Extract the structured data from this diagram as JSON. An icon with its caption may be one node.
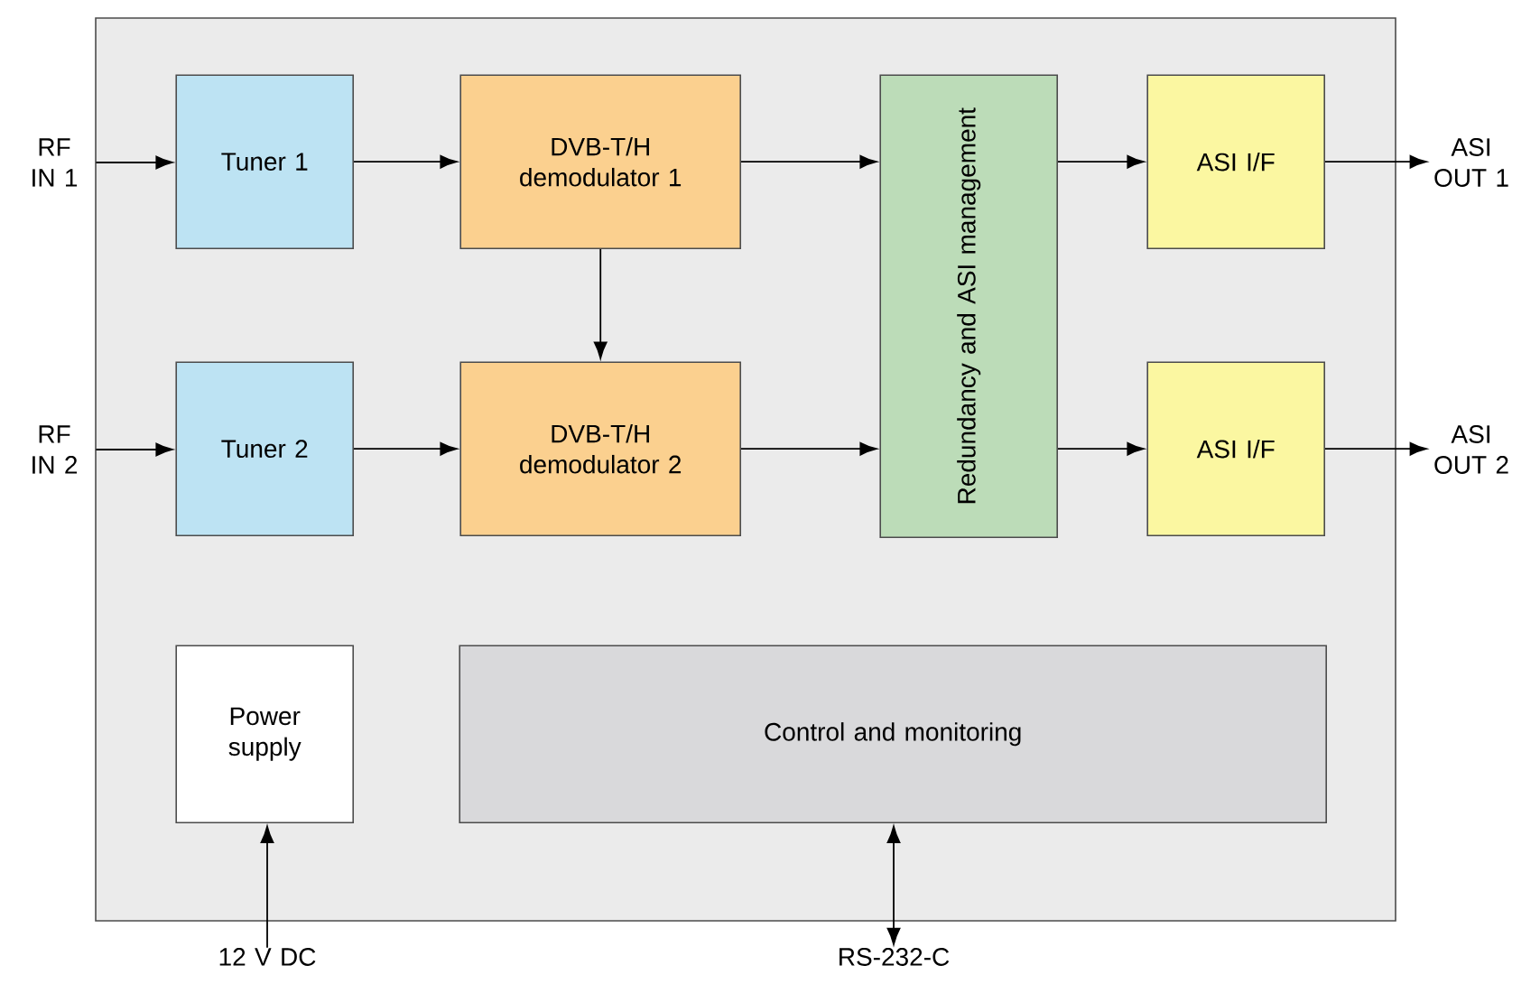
{
  "diagram": {
    "nodes": [
      {
        "text": [],
        "shape": "box"
      },
      {
        "text": [
          "RF IN 1"
        ]
      },
      {
        "text": [
          "Tuner 1"
        ],
        "in": 0
      },
      {
        "text": [
          "DVB-T/H demodulator 1"
        ],
        "in": 0
      },
      {
        "text": [
          "Redundancy and ASI management"
        ],
        "in": 0
      },
      {
        "text": [
          "ASI I/F"
        ],
        "in": 0
      },
      {
        "text": [
          "ASI OUT 1"
        ]
      },
      {
        "text": [
          "RF IN 2"
        ]
      },
      {
        "text": [
          "Tuner 2"
        ],
        "in": 0
      },
      {
        "text": [
          "DVB-T/H demodulator 2"
        ],
        "in": 0
      },
      {
        "text": [
          "ASI I/F"
        ],
        "in": 0
      },
      {
        "text": [
          "ASI OUT 2"
        ]
      },
      {
        "text": [
          "Power supply"
        ],
        "in": 0
      },
      {
        "text": [
          "Control and monitoring"
        ],
        "in": 0
      },
      {
        "text": [
          "12 V DC"
        ]
      },
      {
        "text": [
          "RS-232-C"
        ]
      }
    ],
    "edges": [
      {
        "from": 1,
        "to": 2,
        "arrow": "to"
      },
      {
        "from": 2,
        "to": 3,
        "arrow": "to"
      },
      {
        "from": 3,
        "to": 4,
        "arrow": "to"
      },
      {
        "from": 4,
        "to": 5,
        "arrow": "to"
      },
      {
        "from": 5,
        "to": 6,
        "arrow": "to"
      },
      {
        "from": 3,
        "to": 9,
        "arrow": "to"
      },
      {
        "from": 7,
        "to": 8,
        "arrow": "to"
      },
      {
        "from": 8,
        "to": 9,
        "arrow": "to"
      },
      {
        "from": 9,
        "to": 4,
        "arrow": "to"
      },
      {
        "from": 4,
        "to": 10,
        "arrow": "to"
      },
      {
        "from": 10,
        "to": 11,
        "arrow": "to"
      },
      {
        "from": 14,
        "to": 12,
        "arrow": "to"
      },
      {
        "from": 15,
        "to": 13,
        "arrow": "both"
      }
    ]
  }
}
